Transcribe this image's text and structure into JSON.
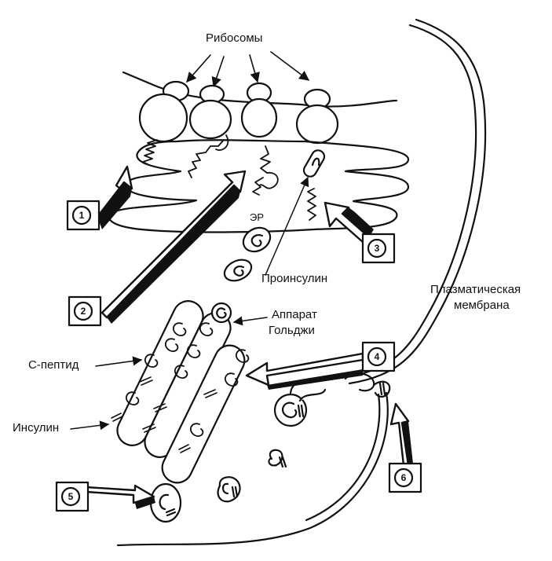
{
  "labels": {
    "ribosomes": "Рибосомы",
    "er": "ЭР",
    "proinsulin": "Проинсулин",
    "plasma_membrane_line1": "Плазматическая",
    "plasma_membrane_line2": "мембрана",
    "golgi_line1": "Аппарат",
    "golgi_line2": "Гольджи",
    "c_peptide": "С-пептид",
    "insulin": "Инсулин"
  },
  "steps": [
    "1",
    "2",
    "3",
    "4",
    "5",
    "6"
  ],
  "colors": {
    "ink": "#111111",
    "paper": "#ffffff"
  }
}
